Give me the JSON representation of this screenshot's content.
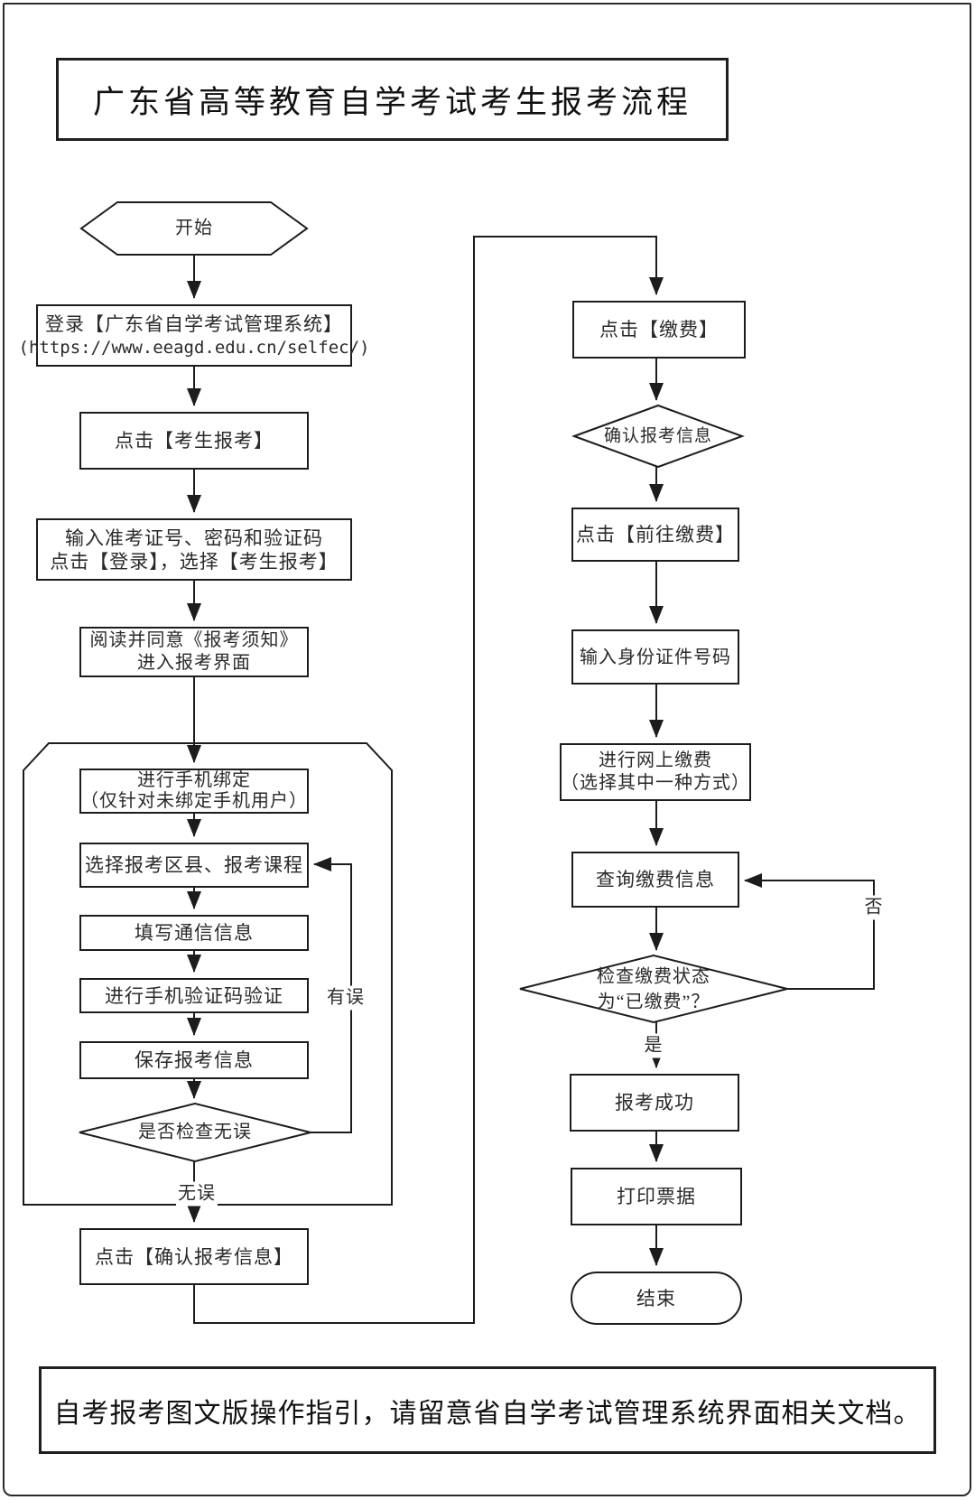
{
  "page": {
    "title": "广东省高等教育自学考试考生报考流程",
    "footer_note": "自考报考图文版操作指引，请留意省自学考试管理系统界面相关文档。"
  },
  "nodes": {
    "start": {
      "label": "开始"
    },
    "login": {
      "line1": "登录【广东省自学考试管理系统】",
      "line2": "(https://www.eeagd.edu.cn/selfec/)"
    },
    "click_candidate_register": {
      "label": "点击【考生报考】"
    },
    "enter_credentials": {
      "line1": "输入准考证号、密码和验证码",
      "line2": "点击【登录】，选择【考生报考】"
    },
    "read_notice": {
      "line1": "阅读并同意《报考须知》",
      "line2": "进入报考界面"
    },
    "bind_phone": {
      "line1": "进行手机绑定",
      "line2": "（仅针对未绑定手机用户）"
    },
    "select_district_courses": {
      "label": "选择报考区县、报考课程"
    },
    "fill_contact_info": {
      "label": "填写通信信息"
    },
    "sms_code_verify": {
      "label": "进行手机验证码验证"
    },
    "save_register_info": {
      "label": "保存报考信息"
    },
    "check_no_error": {
      "label": "是否检查无误"
    },
    "confirm_register_info": {
      "label": "点击【确认报考信息】"
    },
    "click_pay": {
      "label": "点击【缴费】"
    },
    "confirm_reg_info_diamond": {
      "label": "确认报考信息"
    },
    "go_to_pay": {
      "label": "点击【前往缴费】"
    },
    "enter_id_number": {
      "label": "输入身份证件号码"
    },
    "online_payment": {
      "line1": "进行网上缴费",
      "line2": "（选择其中一种方式）"
    },
    "query_payment_info": {
      "label": "查询缴费信息"
    },
    "check_paid_status": {
      "line1": "检查缴费状态",
      "line2": "为“已缴费”？"
    },
    "register_success": {
      "label": "报考成功"
    },
    "print_receipt": {
      "label": "打印票据"
    },
    "end": {
      "label": "结束"
    }
  },
  "edge_labels": {
    "no_error": "无误",
    "has_error": "有误",
    "yes": "是",
    "no": "否"
  }
}
